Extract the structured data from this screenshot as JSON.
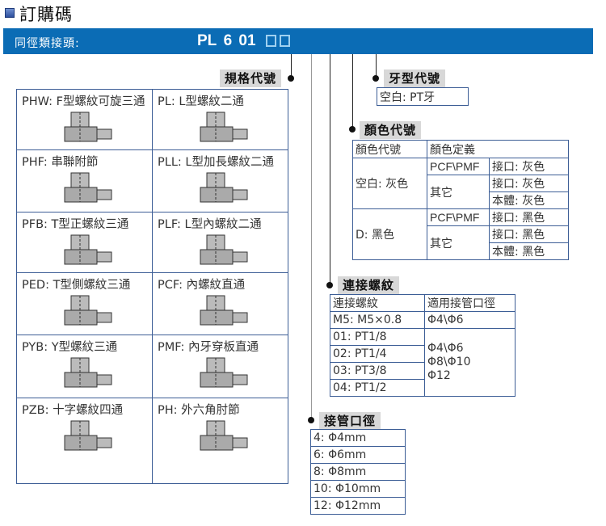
{
  "title": "訂購碼",
  "bar": {
    "label": "同徑類接頭:",
    "code_parts": [
      "PL",
      "6",
      "01"
    ]
  },
  "spec": {
    "tag": "規格代號",
    "items": [
      {
        "label": "PHW: F型螺紋可旋三通",
        "icon": "phw-fitting-icon"
      },
      {
        "label": "PL: L型螺紋二通",
        "icon": "pl-fitting-icon"
      },
      {
        "label": "PHF: 串聯附節",
        "icon": "phf-fitting-icon"
      },
      {
        "label": "PLL: L型加長螺紋二通",
        "icon": "pll-fitting-icon"
      },
      {
        "label": "PFB: T型正螺紋三通",
        "icon": "pfb-fitting-icon"
      },
      {
        "label": "PLF: L型內螺紋二通",
        "icon": "plf-fitting-icon"
      },
      {
        "label": "PED: T型側螺紋三通",
        "icon": "ped-fitting-icon"
      },
      {
        "label": "PCF: 內螺紋直通",
        "icon": "pcf-fitting-icon"
      },
      {
        "label": "PYB: Y型螺紋三通",
        "icon": "pyb-fitting-icon"
      },
      {
        "label": "PMF: 內牙穿板直通",
        "icon": "pmf-fitting-icon"
      },
      {
        "label": "PZB: 十字螺紋四通",
        "icon": "pzb-fitting-icon"
      },
      {
        "label": "PH: 外六角肘節",
        "icon": "ph-fitting-icon"
      }
    ]
  },
  "thread_type": {
    "tag": "牙型代號",
    "value": "空白: PT牙"
  },
  "color": {
    "tag": "顏色代號",
    "headers": [
      "顏色代號",
      "顏色定義"
    ],
    "groups": [
      {
        "code": "空白: 灰色",
        "rows": [
          {
            "model": "PCF\\PMF",
            "def": "接口: 灰色"
          },
          {
            "model": "其它",
            "def": "接口: 灰色"
          },
          {
            "model": "",
            "def": "本體: 灰色"
          }
        ]
      },
      {
        "code": "D: 黑色",
        "rows": [
          {
            "model": "PCF\\PMF",
            "def": "接口: 黑色"
          },
          {
            "model": "其它",
            "def": "接口: 黑色"
          },
          {
            "model": "",
            "def": "本體: 黑色"
          }
        ]
      }
    ]
  },
  "thread": {
    "tag": "連接螺紋",
    "headers": [
      "連接螺紋",
      "適用接管口徑"
    ],
    "rows": [
      "M5: M5×0.8",
      "01: PT1/8",
      "02: PT1/4",
      "03: PT3/8",
      "04: PT1/2"
    ],
    "fit_m5": "Φ4\\Φ6",
    "fit_pt": [
      "Φ4\\Φ6",
      "Φ8\\Φ10",
      "Φ12"
    ]
  },
  "bore": {
    "tag": "接管口徑",
    "rows": [
      "4: Φ4mm",
      "6: Φ6mm",
      "8: Φ8mm",
      "10: Φ10mm",
      "12: Φ12mm"
    ]
  }
}
